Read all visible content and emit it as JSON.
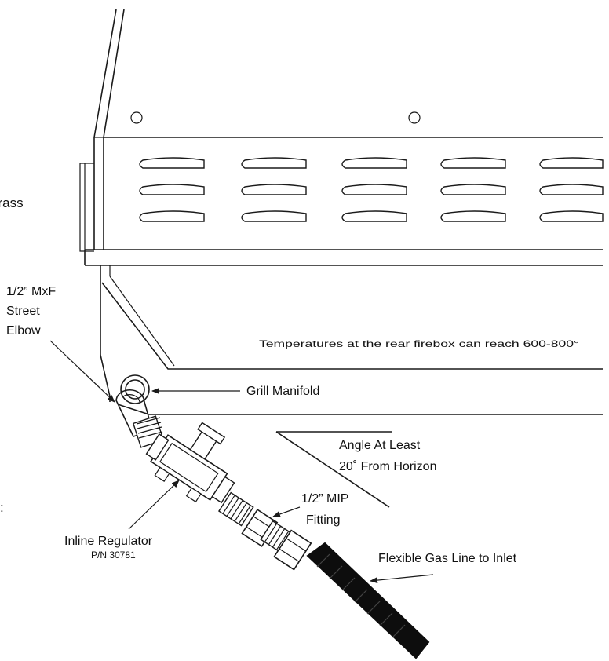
{
  "labels": {
    "partial_left_top": "brass",
    "partial_left_bottom": ":",
    "elbow_line1": "1/2” MxF",
    "elbow_line2": "Street",
    "elbow_line3": "Elbow",
    "temperature_note": "Temperatures at the rear firebox can reach 600-800°",
    "grill_manifold": "Grill Manifold",
    "angle_line1": "Angle  At Least",
    "angle_line2": "20˚ From Horizon",
    "mip_line1": "1/2”  MIP",
    "mip_line2": "Fitting",
    "regulator_name": "Inline Regulator",
    "regulator_part": "P/N 30781",
    "flex_line": "Flexible Gas Line to Inlet"
  },
  "colors": {
    "ink": "#1a1a1a",
    "hose": "#0d0d0d",
    "background": "#ffffff"
  }
}
